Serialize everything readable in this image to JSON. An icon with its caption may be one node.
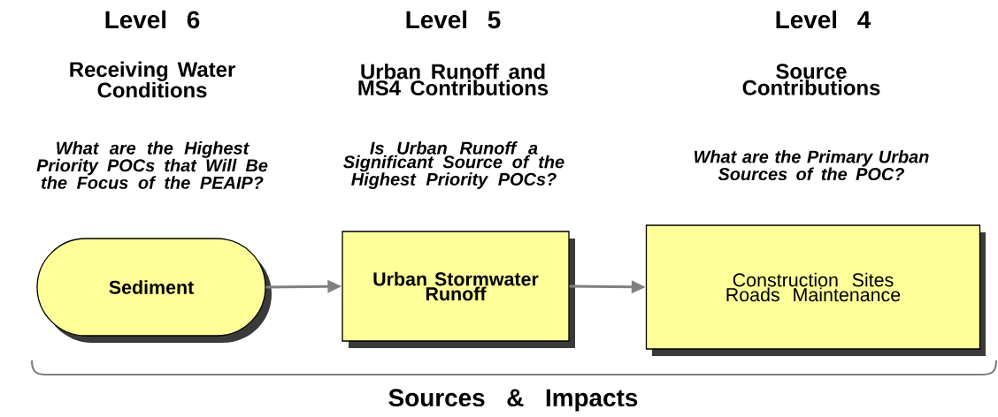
{
  "diagram": {
    "nodes": [
      {
        "text": [
          "Sediment"
        ]
      },
      {
        "text": [
          "Urban Stormwater Runoff"
        ]
      },
      {
        "text": [
          "Construction Sites",
          "Roads Maintenance"
        ]
      }
    ],
    "edges": [
      {
        "from": 0,
        "to": 1,
        "arrow": "to"
      },
      {
        "from": 1,
        "to": 2,
        "arrow": "to"
      }
    ],
    "labels": [
      "Level 6",
      "Level 5",
      "Level 4",
      "Receiving Water Conditions",
      "Urban Runoff and MS4 Contributions",
      "Source Contributions",
      "What are the Highest Priority POCs that Will Be the Focus of the PEAIP?",
      "Is Urban Runoff a Significant Source of the Highest Priority POCs?",
      "What are the Primary Urban Sources of the POC?",
      "Sources & Impacts"
    ]
  }
}
